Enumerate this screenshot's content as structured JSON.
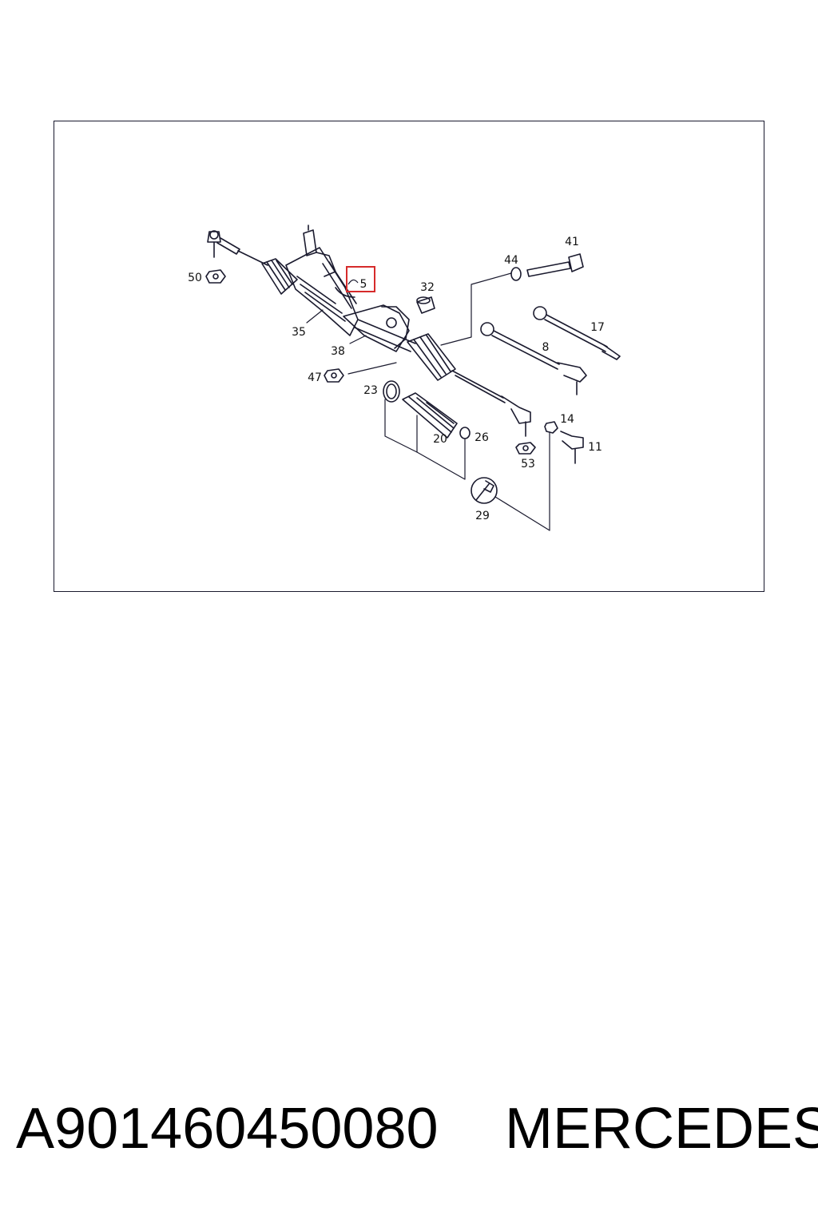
{
  "diagram": {
    "callouts": [
      "50",
      "35",
      "5",
      "38",
      "32",
      "47",
      "44",
      "41",
      "17",
      "8",
      "23",
      "20",
      "26",
      "14",
      "53",
      "11",
      "29"
    ],
    "highlighted": "5",
    "colors": {
      "line": "#1a1a2e",
      "highlight": "#d62b2b"
    }
  },
  "footer": {
    "part_number": "A901460450080",
    "brand": "MERCEDES"
  }
}
